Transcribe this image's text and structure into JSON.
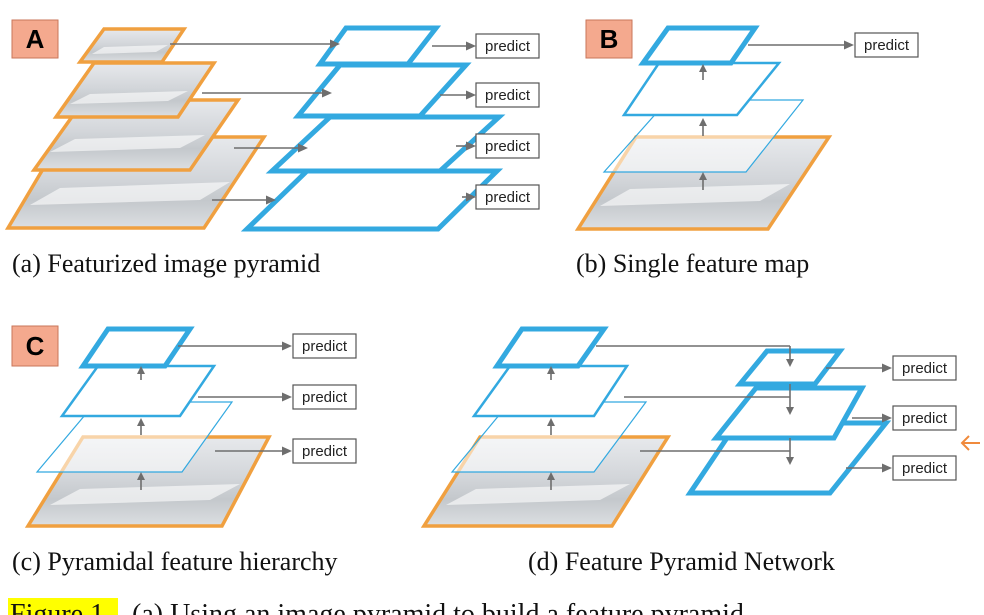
{
  "panels": [
    {
      "badge": "A",
      "caption": "(a) Featurized image pyramid"
    },
    {
      "badge": "B",
      "caption": "(b) Single feature map"
    },
    {
      "badge": "C",
      "caption": "(c) Pyramidal feature hierarchy"
    },
    {
      "badge": null,
      "caption": "(d) Feature Pyramid Network"
    }
  ],
  "predict_label": "predict",
  "figure_caption": {
    "label": "Figure 1",
    "text": ". (a) Using an image pyramid to build a feature pyramid."
  },
  "colors": {
    "image_border": "#f0a040",
    "feature_map": "#33a9e0",
    "badge_fill": "#f4a98e",
    "highlight": "#ffff00",
    "side_arrow": "#f08a3c"
  }
}
